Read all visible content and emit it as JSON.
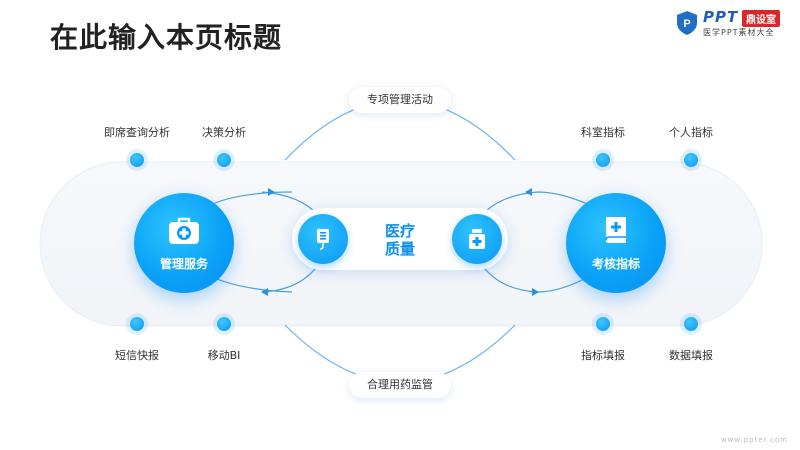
{
  "title": "在此输入本页标题",
  "logo": {
    "brand": "PPT",
    "tag": "鼎设室",
    "sub": "医学PPT素材大全"
  },
  "center": {
    "title_line1": "医疗",
    "title_line2": "质量"
  },
  "top_pill": "专项管理活动",
  "bottom_pill": "合理用药监管",
  "left_node": {
    "label": "管理服务",
    "icon": "medical-kit-icon"
  },
  "right_node": {
    "label": "考核指标",
    "icon": "medical-book-icon"
  },
  "dots": {
    "top_left_1": "即席查询分析",
    "top_left_2": "决策分析",
    "top_right_1": "科室指标",
    "top_right_2": "个人指标",
    "bottom_left_1": "短信快报",
    "bottom_left_2": "移动BI",
    "bottom_right_1": "指标填报",
    "bottom_right_2": "数据填报"
  },
  "watermark": "www.ppter.com",
  "colors": {
    "accent": "#0aa2f7",
    "line": "#5aa9e6"
  }
}
